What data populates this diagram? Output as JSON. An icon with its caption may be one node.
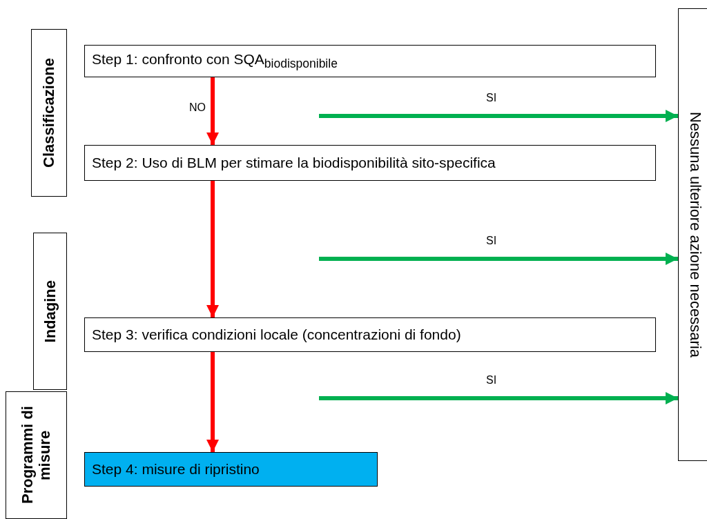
{
  "diagram": {
    "nodes": [
      {
        "text": [
          "Classificazione"
        ]
      },
      {
        "text": [
          "Step 1: confronto con SQA$_{biodisponibile}$"
        ]
      },
      {
        "text": [
          "Step 2: Uso di BLM per stimare la biodisponibilità sito-specifica"
        ]
      },
      {
        "text": [
          "Indagine"
        ]
      },
      {
        "text": [
          "Step 3: verifica condizioni locale (concentrazioni di fondo)"
        ]
      },
      {
        "text": [
          "Programmi di misure"
        ]
      },
      {
        "text": [
          "Step 4: misure di ripristino"
        ]
      },
      {
        "text": [
          "Nessuna ulteriore azione necessaria"
        ]
      }
    ],
    "edges": [
      {
        "from": 1,
        "to": 2,
        "arrow": "to",
        "label": "NO",
        "color": "#ff0000"
      },
      {
        "from": 2,
        "to": 4,
        "arrow": "to",
        "color": "#ff0000"
      },
      {
        "from": 4,
        "to": 6,
        "arrow": "to",
        "color": "#ff0000"
      },
      {
        "from": null,
        "to": 7,
        "arrow": "to",
        "label": "SI",
        "color": "#00b050"
      },
      {
        "from": null,
        "to": 7,
        "arrow": "to",
        "label": "SI",
        "color": "#00b050"
      },
      {
        "from": null,
        "to": 7,
        "arrow": "to",
        "label": "SI",
        "color": "#00b050"
      }
    ]
  }
}
